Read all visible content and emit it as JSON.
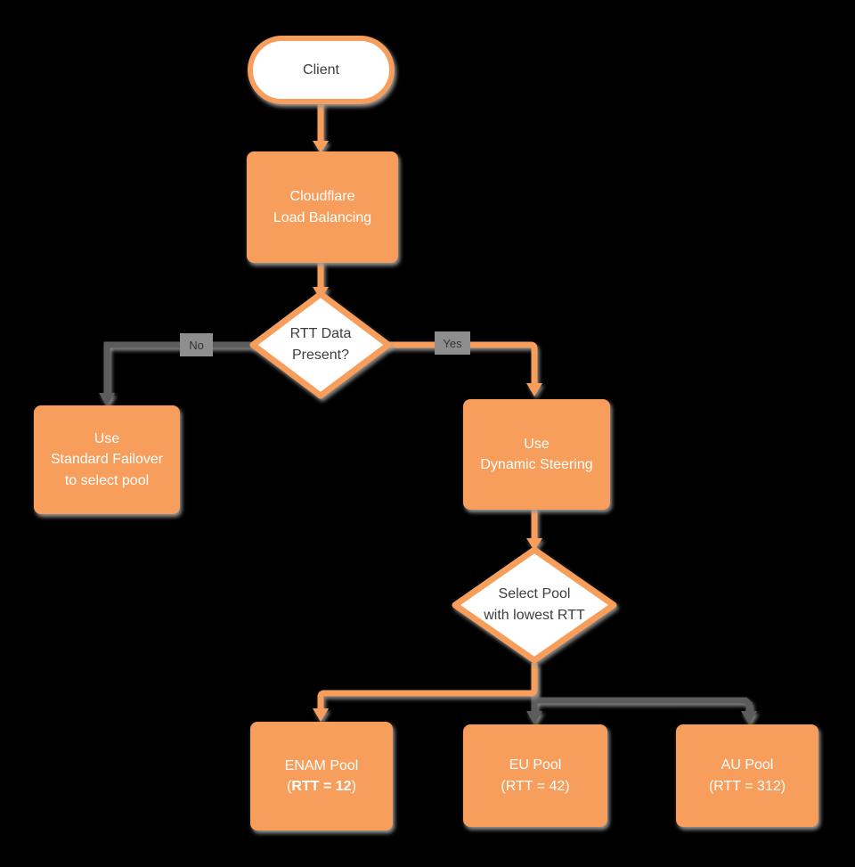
{
  "diagram": {
    "description": "Cloudflare Load Balancing dynamic steering flowchart"
  },
  "nodes": {
    "client": {
      "label": "Client"
    },
    "cloudflare_lb": {
      "line1": "Cloudflare",
      "line2": "Load Balancing"
    },
    "rtt_decision": {
      "line1": "RTT Data",
      "line2": "Present?"
    },
    "standard_failover": {
      "line1": "Use",
      "line2": "Standard Failover",
      "line3": "to select pool"
    },
    "dynamic_steering": {
      "line1": "Use",
      "line2": "Dynamic Steering"
    },
    "select_pool_decision": {
      "line1": "Select Pool",
      "line2": "with lowest RTT"
    },
    "enam_pool": {
      "line1": "ENAM Pool",
      "line2_open": "(",
      "line2_bold": "RTT = 12",
      "line2_close": ")"
    },
    "eu_pool": {
      "line1": "EU Pool",
      "line2": "(RTT = 42)"
    },
    "au_pool": {
      "line1": "AU Pool",
      "line2": "(RTT = 312)"
    }
  },
  "edge_labels": {
    "no": "No",
    "yes": "Yes"
  },
  "colors": {
    "background": "#000000",
    "orange": "#F79E5C",
    "line_gray": "#5C5C5C",
    "label_gray": "#8E8E8E",
    "shadow_gray": "#9B9B9B",
    "text_dark": "#3D3D3D",
    "text_light": "#FFFFFF"
  }
}
